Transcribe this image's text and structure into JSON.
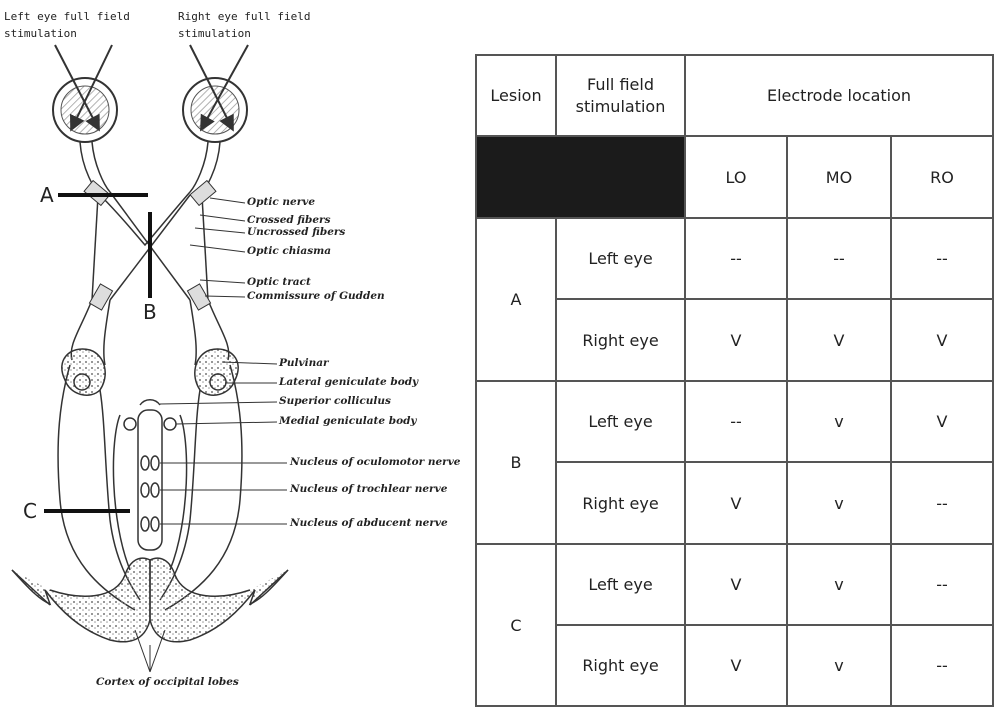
{
  "diagram": {
    "stimulation_labels": {
      "left": [
        "Left eye full field",
        "stimulation"
      ],
      "right": [
        "Right eye full field",
        "stimulation"
      ]
    },
    "lesion_markers": [
      "A",
      "B",
      "C"
    ],
    "anatomy_labels": [
      "Optic nerve",
      "Crossed fibers",
      "Uncrossed fibers",
      "Optic chiasma",
      "Optic tract",
      "Commissure of Gudden",
      "Pulvinar",
      "Lateral geniculate body",
      "Superior colliculus",
      "Medial geniculate body",
      "Nucleus of oculomotor nerve",
      "Nucleus of trochlear nerve",
      "Nucleus of abducent nerve",
      "Cortex of occipital lobes"
    ]
  },
  "table": {
    "headers": {
      "lesion": "Lesion",
      "stimulation": [
        "Full field",
        "stimulation"
      ],
      "electrode_location": "Electrode location"
    },
    "electrodes": [
      "LO",
      "MO",
      "RO"
    ],
    "rows": [
      {
        "lesion": "A",
        "eye": "Left eye",
        "values": [
          "--",
          "--",
          "--"
        ]
      },
      {
        "lesion": "A",
        "eye": "Right eye",
        "values": [
          "V",
          "V",
          "V"
        ]
      },
      {
        "lesion": "B",
        "eye": "Left eye",
        "values": [
          "--",
          "v",
          "V"
        ]
      },
      {
        "lesion": "B",
        "eye": "Right eye",
        "values": [
          "V",
          "v",
          "--"
        ]
      },
      {
        "lesion": "C",
        "eye": "Left eye",
        "values": [
          "V",
          "v",
          "--"
        ]
      },
      {
        "lesion": "C",
        "eye": "Right eye",
        "values": [
          "V",
          "v",
          "--"
        ]
      }
    ],
    "lesion_groups": [
      "A",
      "B",
      "C"
    ]
  }
}
